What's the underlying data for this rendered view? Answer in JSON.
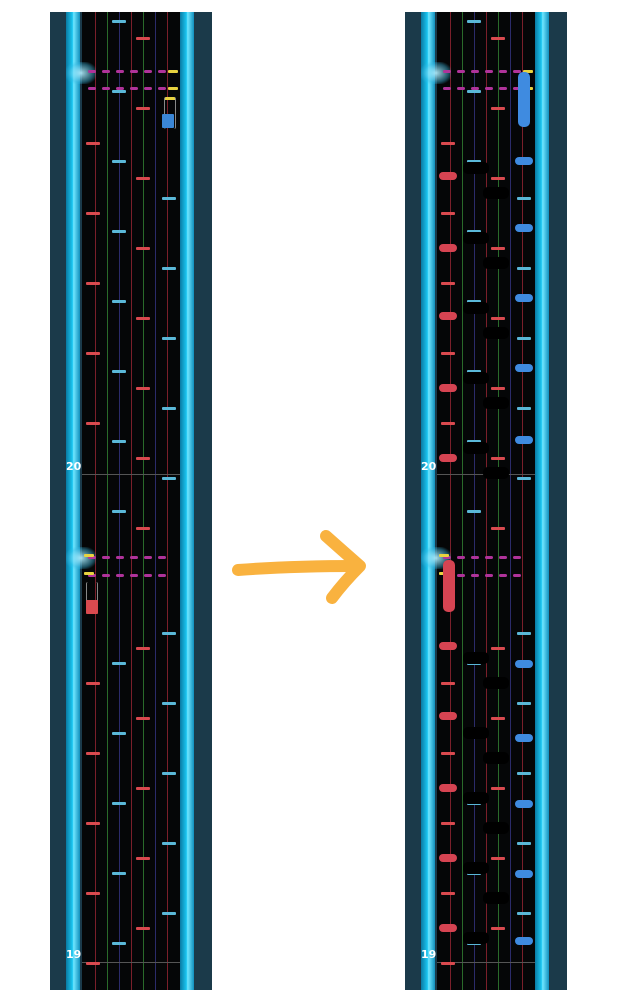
{
  "left_chart": {
    "measure_numbers": [
      "20",
      "19"
    ]
  },
  "right_chart": {
    "measure_numbers": [
      "20",
      "19"
    ]
  },
  "arrow": {
    "icon": "right-arrow-icon",
    "color": "#f9b23f"
  },
  "colors": {
    "rail": "#19c4ef",
    "lane_bg": "#050607",
    "note_red": "#d94a4f",
    "note_cyan": "#5ab8d8",
    "note_blue": "#3a86d6",
    "note_purple": "#b0339a",
    "note_yellow": "#e8d340",
    "paint_red": "#d64452",
    "paint_blue": "#3f8be0",
    "paint_black": "#000000"
  }
}
